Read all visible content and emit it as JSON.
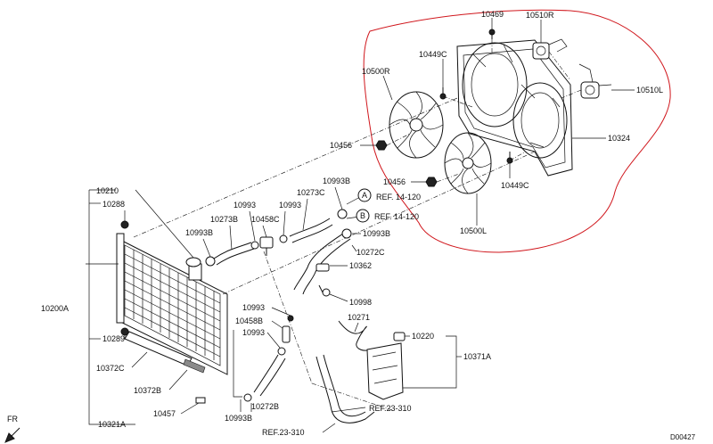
{
  "labels": {
    "p10469": "10469",
    "p10510R": "10510R",
    "p10449C_top": "10449C",
    "p10500R": "10500R",
    "p10510L": "10510L",
    "p10324": "10324",
    "p10456_a": "10456",
    "p10456_b": "10456",
    "p10449C_bot": "10449C",
    "p10500L": "10500L",
    "p10993B_top": "10993B",
    "p10210": "10210",
    "p10288": "10288",
    "p10993_a": "10993",
    "p10273C": "10273C",
    "p10993_b": "10993",
    "p10273B": "10273B",
    "p10458C": "10458C",
    "ref_a": "REF. 14-120",
    "ref_b": "REF. 14-120",
    "circle_a": "A",
    "circle_b": "B",
    "p10993B_b": "10993B",
    "p10993B_c": "10993B",
    "p10272C": "10272C",
    "p10362": "10362",
    "p10998": "10998",
    "p10200A": "10200A",
    "p10993_c": "10993",
    "p10458B": "10458B",
    "p10271": "10271",
    "p10220": "10220",
    "p10993_d": "10993",
    "p10289": "10289",
    "p10371A": "10371A",
    "p10372C": "10372C",
    "p10372B": "10372B",
    "p10457": "10457",
    "p10993B_d": "10993B",
    "p10272B": "10272B",
    "ref_c": "REF.23-310",
    "ref_d": "REF.23-310",
    "p10321A": "10321A",
    "fr": "FR",
    "code": "D00427"
  },
  "colors": {
    "highlight": "#d0161c",
    "ink": "#111111"
  },
  "icons": {
    "front": "arrow-front-icon"
  }
}
